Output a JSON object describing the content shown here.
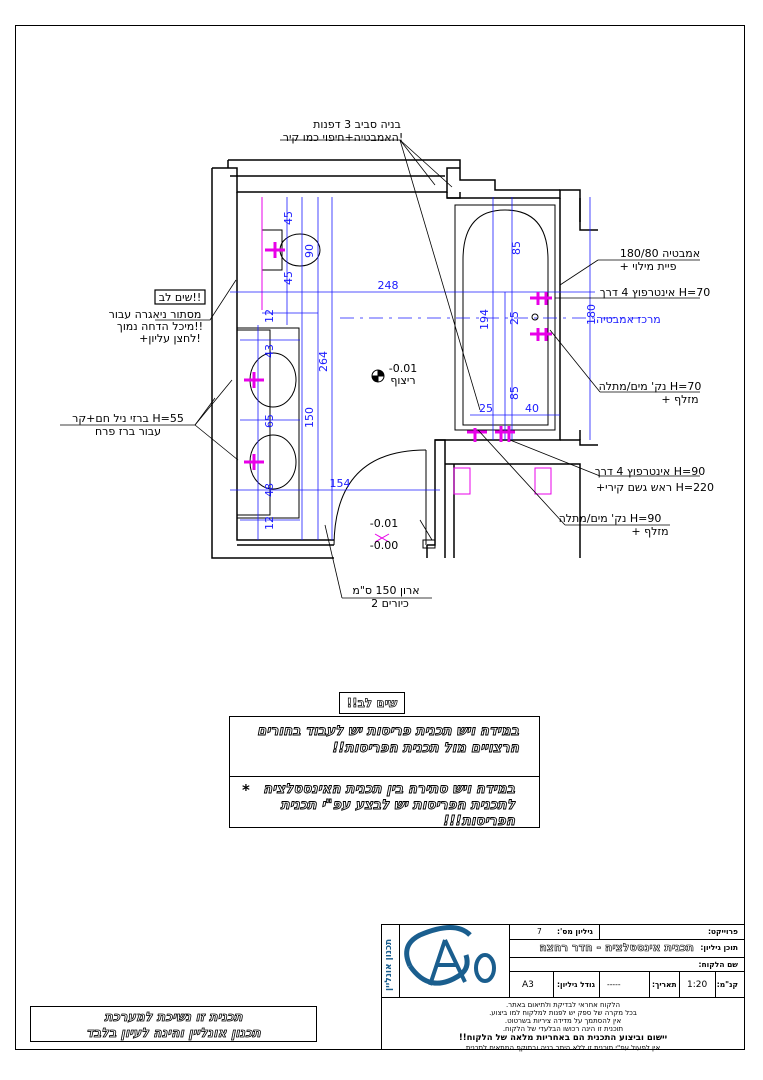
{
  "labels": {
    "build_around": "בניה סביב 3 דפנות",
    "build_around_2": "האמבטיה+חיפוי כמו קיר!",
    "bathtub": "אמבטיה 180/80",
    "bathtub_2": "+ פיית מילוי",
    "mixer_h70": "אינטרפוץ 4 דרך H=70",
    "bath_center": "מרכז אמבטיה",
    "drain_h70": "נק' מים/מתלה H=70",
    "drain_h70_2": "+ מזלף",
    "mixer_h90": "אינטרפוץ 4 דרך H=90",
    "mixer_h90_2": "+ראש גשם קירי H=220",
    "drain_h90": "נק' מים/מתלה H=90",
    "drain_h90_2": "+ מזלף",
    "attention_small": "שים לב!!",
    "flush_1": "מסתור ניאגרה עבור",
    "flush_2": "מיכל הדחה נמוך!!",
    "flush_3": "+לחצן עליון!",
    "taps_1": "ברזי ניל חם+קר H=55",
    "taps_2": "עבור ברז פרח",
    "floor_level": "-0.01",
    "floor_label": "ריצוף",
    "door_level_1": "-0.01",
    "door_level_2": "-0.00",
    "cabinet_1": "ארון 150 ס\"מ",
    "cabinet_2": "2 כיורים"
  },
  "dims": {
    "d45a": "45",
    "d90": "90",
    "d45b": "45",
    "d248": "248",
    "d12a": "12",
    "d43": "43",
    "d65": "65",
    "d48": "48",
    "d12b": "12",
    "d264": "264",
    "d150": "150",
    "d154": "154",
    "d85a": "85",
    "d194": "194",
    "d25a": "25",
    "d180": "180",
    "d85b": "85",
    "d25b": "25",
    "d40": "40"
  },
  "notice": {
    "tag": "שים לב!!",
    "para1": "במידה ויש תכנית פריסות יש לעבוד בחורים הרצויים מול תכנית הפריסות!!",
    "star": "*",
    "para2": "במידה ויש סתירה בין תכנית האינסטלציה לתכנית הפריסות יש לבצע עפ\"י תכנית הפריסות!!!"
  },
  "title_block": {
    "logo_side": "תכנון אונליין",
    "project_label": "פרוייקט:",
    "sheet_no_label": "גיליון מס':",
    "sheet_no": "7",
    "content_label": "תוכן גיליון:",
    "content": "תכנית אינסטלציה - חדר רחצה",
    "client_label": "שם הלקוח:",
    "scale_label": "קנ\"מ:",
    "scale": "1:20",
    "date_label": "תאריך:",
    "date": "-----",
    "size_label": "גודל גיליון:",
    "size": "A3",
    "notes_1": "הלקוח אחראי לבדיקת ולתיאום באתר.",
    "notes_2": "בכל מקרה של ספק יש לפנות למלקוח למו ביצוע.",
    "notes_3": "אין להסתמך על מדידה ציריות בשרטוט.",
    "notes_4": "תוכנית זו הינה רכושו הבלעדי של הלקוח.",
    "notes_bold": "יישום וביצוע התכנית הם באחריות מלאה של הלקוח!!",
    "notes_5": "אין לפעול עפ\"י תוכנית זו ללא היתר בניה ובתוקף המתאים לתכנית"
  },
  "disclaimer": {
    "line1": "תכנית זו נשיכת למערכת",
    "line2": "תכנון אונליין והינה לעיון בלבד"
  },
  "colors": {
    "wall": "#000000",
    "dimension": "#1a1aff",
    "fixture": "#e800e8"
  }
}
